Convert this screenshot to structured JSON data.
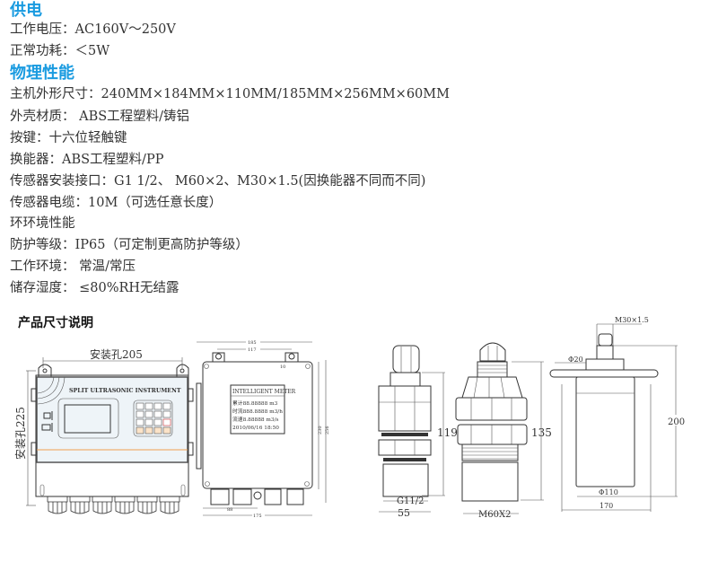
{
  "power": {
    "heading": "供电",
    "lines": [
      "工作电压：AC160V～250V",
      "正常功耗：＜5W"
    ]
  },
  "physical": {
    "heading": "物理性能",
    "lines": [
      "主机外形尺寸：240MM×184MM×110MM/185MM×256MM×60MM",
      "外壳材质：  ABS工程塑料/铸铝",
      "按键：十六位轻触键",
      "换能器：ABS工程塑料/PP",
      "传感器安装接口：G1 1/2、 M60×2、M30×1.5(因换能器不同而不同)",
      "传感器电缆：10M（可选任意长度）",
      "环环境性能",
      "防护等级：IP65（可定制更高防护等级）",
      "工作环境： 常温/常压",
      "储存湿度： ≤80%RH无结露"
    ]
  },
  "dimensions": {
    "heading": "产品尺寸说明",
    "front": {
      "hole_h": "安装孔205",
      "hole_v": "安装孔225",
      "panel_title": "SPLIT ULTRASONIC INSTRUMENT"
    },
    "back": {
      "w185": "185",
      "w117": "117",
      "d10": "10",
      "h230": "230",
      "h256": "256",
      "w88": "88",
      "w175": "175",
      "plate_title": "INTELLIGENT METER",
      "plate_lines": [
        "累计88.88888  m3",
        "时流888.8888 m3/h",
        "流速8.88888  m3/s",
        "2010/06/16 18:50"
      ]
    },
    "sensor1": {
      "height": "119",
      "thread": "G11/2",
      "width": "55"
    },
    "sensor2": {
      "height": "135",
      "thread": "M60X2"
    },
    "sensor3": {
      "thread": "M30×1.5",
      "d20": "Φ20",
      "height": "200",
      "d110": "Φ110",
      "width": "170"
    },
    "colors": {
      "heading": "#1a9be0",
      "panel": "#eef4f8",
      "accent_line": "#f0a050"
    }
  }
}
